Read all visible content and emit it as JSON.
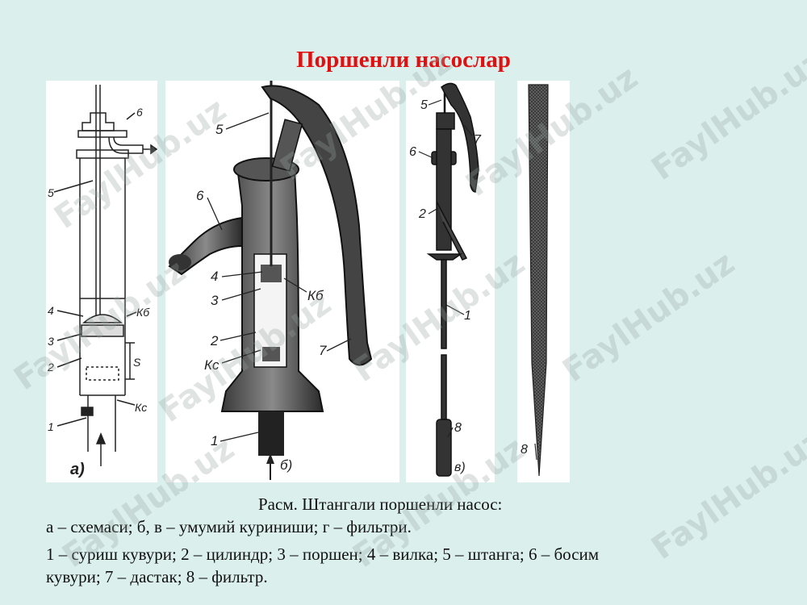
{
  "title": "Поршенли насослар",
  "watermark_text": "FaylHub.uz",
  "figure_a": {
    "callouts": [
      "6",
      "5",
      "4",
      "3",
      "2",
      "1",
      "Кб",
      "Кс",
      "S"
    ],
    "panel_label": "а)"
  },
  "figure_b": {
    "callouts": [
      "5",
      "6",
      "4",
      "3",
      "2",
      "Кс",
      "1",
      "Кб",
      "7"
    ],
    "panel_label": "б)"
  },
  "figure_c": {
    "callouts": [
      "5",
      "7",
      "6",
      "2",
      "1",
      "8"
    ],
    "panel_label": "в)"
  },
  "figure_d": {
    "callouts": [
      "8"
    ]
  },
  "caption": {
    "line1": "Расм. Штангали поршенли насос:",
    "line2": "а – схемаси; б, в – умумий куриниши; г – фильтри.",
    "line3": "1 – суриш кувури; 2 – цилиндр; 3 – поршен; 4 – вилка; 5 – штанга; 6 – босим",
    "line4": "кувури; 7 – дастак; 8 – фильтр."
  },
  "colors": {
    "title": "#e01010",
    "background": "#dbf0ec",
    "panel": "#ffffff"
  }
}
